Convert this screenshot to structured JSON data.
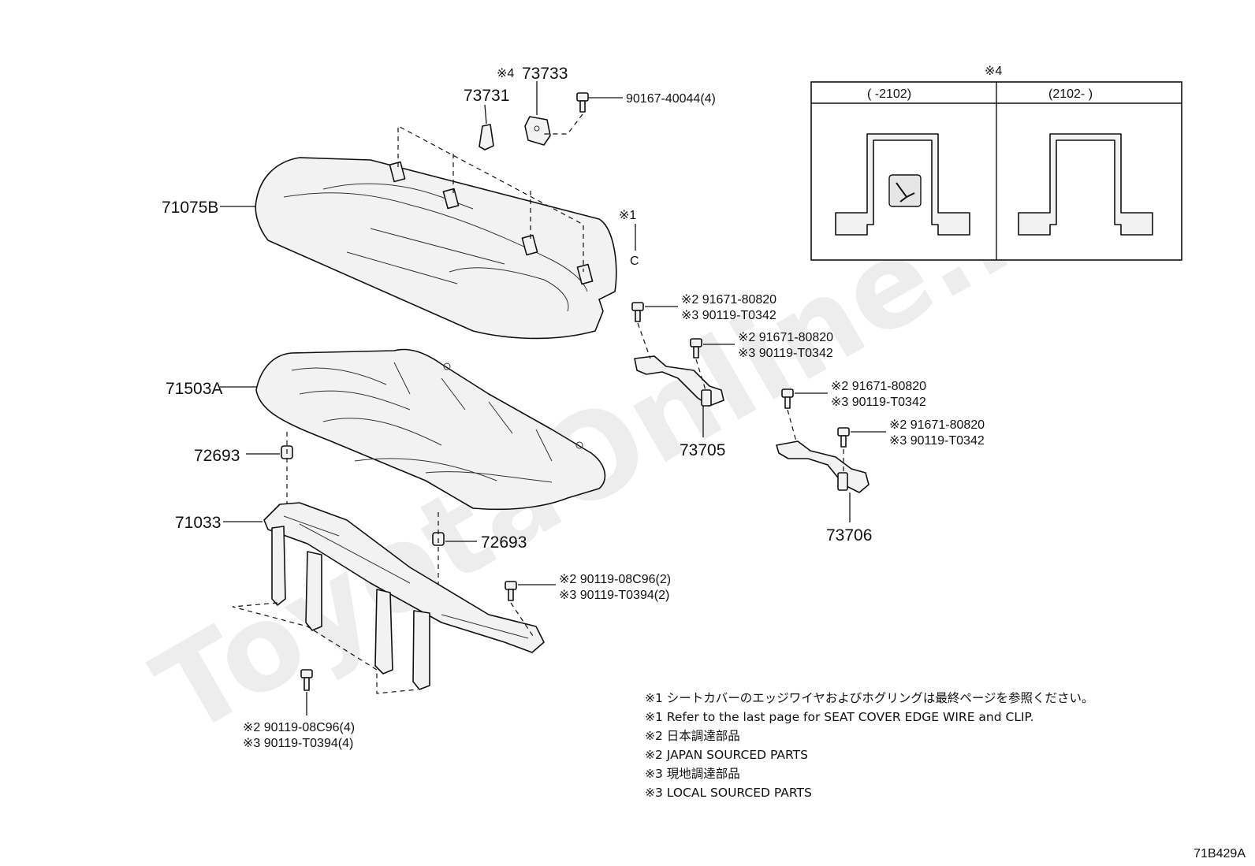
{
  "watermark": "ToyotaOnline.ru",
  "diagram_code": "71B429A",
  "parts": {
    "p73733": "73733",
    "p73731": "73731",
    "p73733_mark": "※4",
    "screw_top": "90167-40044(4)",
    "p71075B": "71075B",
    "c_mark": "※1",
    "c_label": "C",
    "p71503A": "71503A",
    "p72693": "72693",
    "p71033": "71033",
    "p73705": "73705",
    "p73706": "73706",
    "bolt_a1": "※2 91671-80820",
    "bolt_a2": "※3 90119-T0342",
    "bolt_b1": "※2 91671-80820",
    "bolt_b2": "※3 90119-T0342",
    "bolt_c1": "※2 91671-80820",
    "bolt_c2": "※3 90119-T0342",
    "bolt_d1": "※2 91671-80820",
    "bolt_d2": "※3 90119-T0342",
    "bolt_e1": "※2 90119-08C96(2)",
    "bolt_e2": "※3 90119-T0394(2)",
    "bolt_f1": "※2 90119-08C96(4)",
    "bolt_f2": "※3 90119-T0394(4)"
  },
  "inset": {
    "mark": "※4",
    "left_header": "(     -2102)",
    "right_header": "(2102-     )"
  },
  "notes": [
    "※1 シートカバーのエッジワイヤおよびホグリングは最終ページを参照ください。",
    "※1 Refer to the last page for SEAT COVER EDGE WIRE and CLIP.",
    "※2 日本調達部品",
    "※2 JAPAN SOURCED PARTS",
    "※3 現地調達部品",
    "※3 LOCAL SOURCED PARTS"
  ]
}
